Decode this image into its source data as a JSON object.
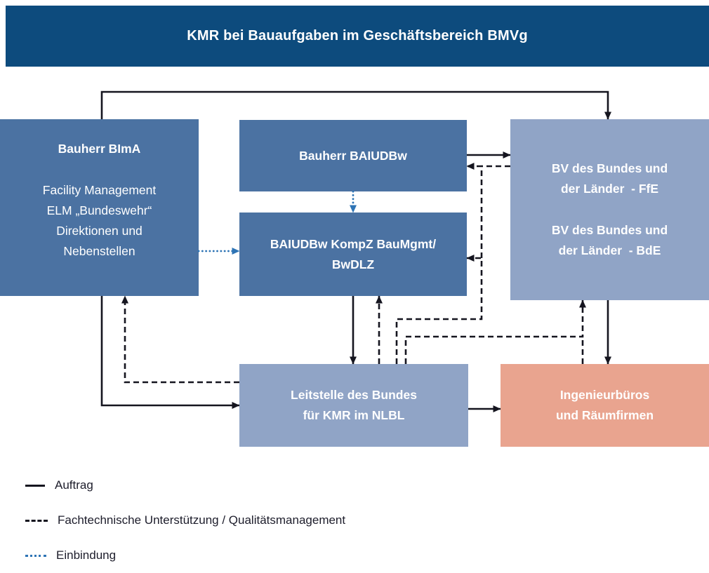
{
  "header": {
    "title": "KMR bei Bauaufgaben im Geschäftsbereich BMVg"
  },
  "nodes": {
    "bima": {
      "title": "Bauherr BImA",
      "lines": [
        "Facility Management",
        "ELM „Bundeswehr“",
        "Direktionen und",
        "Nebenstellen"
      ]
    },
    "baiudbw": {
      "title": "Bauherr BAIUDBw"
    },
    "kompz": {
      "lines": [
        "BAIUDBw KompZ BauMgmt/",
        "BwDLZ"
      ]
    },
    "bv": {
      "lines": [
        "BV des Bundes und",
        "der Länder  - FfE",
        "BV des Bundes und",
        "der Länder  - BdE"
      ]
    },
    "leitstelle": {
      "lines": [
        "Leitstelle des Bundes",
        "für KMR im NLBL"
      ]
    },
    "ingenieur": {
      "lines": [
        "Ingenieurbüros",
        "und Räumfirmen"
      ]
    }
  },
  "legend": {
    "items": [
      {
        "type": "solid",
        "label": "Auftrag"
      },
      {
        "type": "dashed",
        "label": "Fachtechnische Unterstützung / Qualitätsmanagement"
      },
      {
        "type": "dotted",
        "label": "Einbindung"
      }
    ]
  },
  "edges": [
    {
      "from": "Bauherr BImA",
      "to": "BV des Bundes und der Länder",
      "type": "Auftrag"
    },
    {
      "from": "Bauherr BAIUDBw",
      "to": "BV des Bundes und der Länder",
      "type": "Auftrag"
    },
    {
      "from": "BAIUDBw KompZ BauMgmt/BwDLZ",
      "to": "Leitstelle des Bundes für KMR im NLBL",
      "type": "Auftrag"
    },
    {
      "from": "Bauherr BImA",
      "to": "Leitstelle des Bundes für KMR im NLBL",
      "type": "Auftrag"
    },
    {
      "from": "Leitstelle des Bundes für KMR im NLBL",
      "to": "Ingenieurbüros und Räumfirmen",
      "type": "Auftrag"
    },
    {
      "from": "BV des Bundes und der Länder",
      "to": "Ingenieurbüros und Räumfirmen",
      "type": "Auftrag"
    },
    {
      "from": "Leitstelle des Bundes für KMR im NLBL",
      "to": "Bauherr BImA",
      "type": "Fachtechnische Unterstützung / Qualitätsmanagement"
    },
    {
      "from": "Leitstelle des Bundes für KMR im NLBL",
      "to": "BAIUDBw KompZ BauMgmt/BwDLZ",
      "type": "Fachtechnische Unterstützung / Qualitätsmanagement"
    },
    {
      "from": "Leitstelle des Bundes für KMR im NLBL",
      "to": "Bauherr BAIUDBw",
      "type": "Fachtechnische Unterstützung / Qualitätsmanagement"
    },
    {
      "from": "Leitstelle des Bundes für KMR im NLBL",
      "to": "BV des Bundes und der Länder",
      "type": "Fachtechnische Unterstützung / Qualitätsmanagement"
    },
    {
      "from": "Ingenieurbüros und Räumfirmen",
      "to": "BV des Bundes und der Länder",
      "type": "Fachtechnische Unterstützung / Qualitätsmanagement"
    },
    {
      "from": "Bauherr BImA",
      "to": "BAIUDBw KompZ BauMgmt/BwDLZ",
      "type": "Einbindung"
    },
    {
      "from": "Bauherr BAIUDBw",
      "to": "BAIUDBw KompZ BauMgmt/BwDLZ",
      "type": "Einbindung"
    }
  ],
  "colors": {
    "header_bg": "#0d4b7d",
    "node_primary": "#4b72a2",
    "node_secondary": "#90a4c6",
    "node_contractor": "#e9a48f",
    "arrow": "#15151f",
    "einbindung_blue": "#2e74b5",
    "background": "#ffffff"
  }
}
